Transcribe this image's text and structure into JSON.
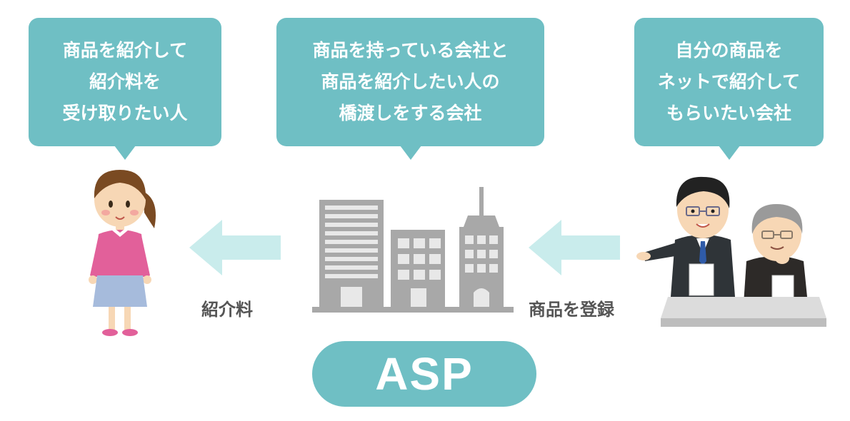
{
  "bubbles": {
    "left": {
      "lines": [
        "商品を紹介して",
        "紹介料を",
        "受け取りたい人"
      ]
    },
    "middle": {
      "lines": [
        "商品を持っている会社と",
        "商品を紹介したい人の",
        "橋渡しをする会社"
      ]
    },
    "right": {
      "lines": [
        "自分の商品を",
        "ネットで紹介して",
        "もらいたい会社"
      ]
    }
  },
  "captions": {
    "fee": "紹介料",
    "register": "商品を登録"
  },
  "badge": {
    "label": "ASP"
  },
  "colors": {
    "teal": "#6fbfc4",
    "arrow": "#c9ecec",
    "building": "#a8a8a8",
    "caption": "#555555"
  },
  "icons": {
    "woman": "affiliate-woman-illustration",
    "buildings": "asp-buildings-illustration",
    "businessmen": "advertiser-businessmen-illustration",
    "arrow": "left-arrow-icon"
  }
}
